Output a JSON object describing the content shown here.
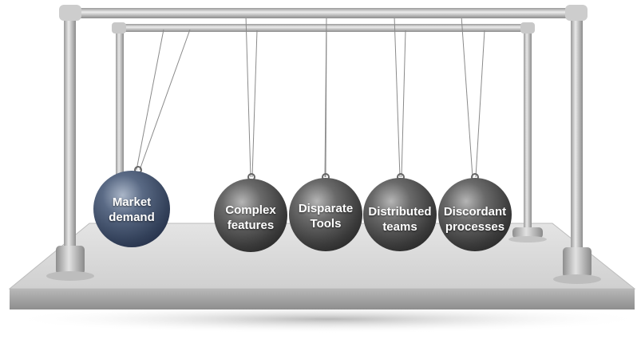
{
  "balls": [
    {
      "line1": "Market",
      "line2": "demand",
      "color": "#3d4d66"
    },
    {
      "line1": "Complex",
      "line2": "features",
      "color": "#4a4a4a"
    },
    {
      "line1": "Disparate",
      "line2": "Tools",
      "color": "#4a4a4a"
    },
    {
      "line1": "Distributed",
      "line2": "teams",
      "color": "#4a4a4a"
    },
    {
      "line1": "Discordant",
      "line2": "processes",
      "color": "#4a4a4a"
    }
  ]
}
